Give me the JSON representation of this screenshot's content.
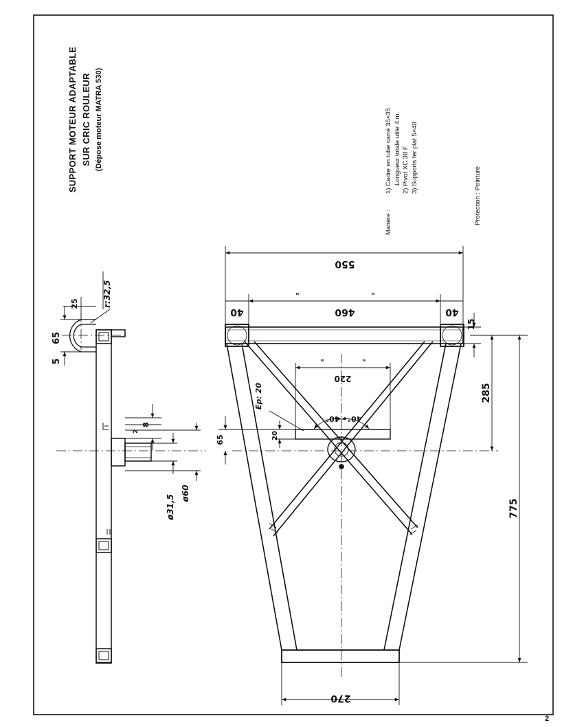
{
  "title": {
    "line1": "SUPPORT MOTEUR ADAPTABLE",
    "line2": "SUR CRIC ROULEUR",
    "line3": "(Dépose moteur MATRA 530)"
  },
  "materials": {
    "label": "Matière :",
    "item1a": "1) Cadre en tube carré 35×35",
    "item1b": "Longueur totale utile 4 m.",
    "item2": "2) Pivot XC 38 F",
    "item3": "3) Supports fer plat 5×40"
  },
  "protection": "Protection : Peinture",
  "page_number": "2",
  "dimensions": {
    "d550": "550",
    "d460": "460",
    "d40a": "40",
    "d40b": "40",
    "d15": "15",
    "d220": "220",
    "d285": "285",
    "d775": "775",
    "d270": "270",
    "d65": "65",
    "d20": "20",
    "ep20": "Ep: 20",
    "ang40a": "40°",
    "ang40b": "40°",
    "side65": "65",
    "side5": "5",
    "side25": "25",
    "r325": "r:32,5",
    "side8": "8",
    "side2": "2",
    "phi315": "ø31,5",
    "phi60": "ø60",
    "ditto": "\""
  }
}
